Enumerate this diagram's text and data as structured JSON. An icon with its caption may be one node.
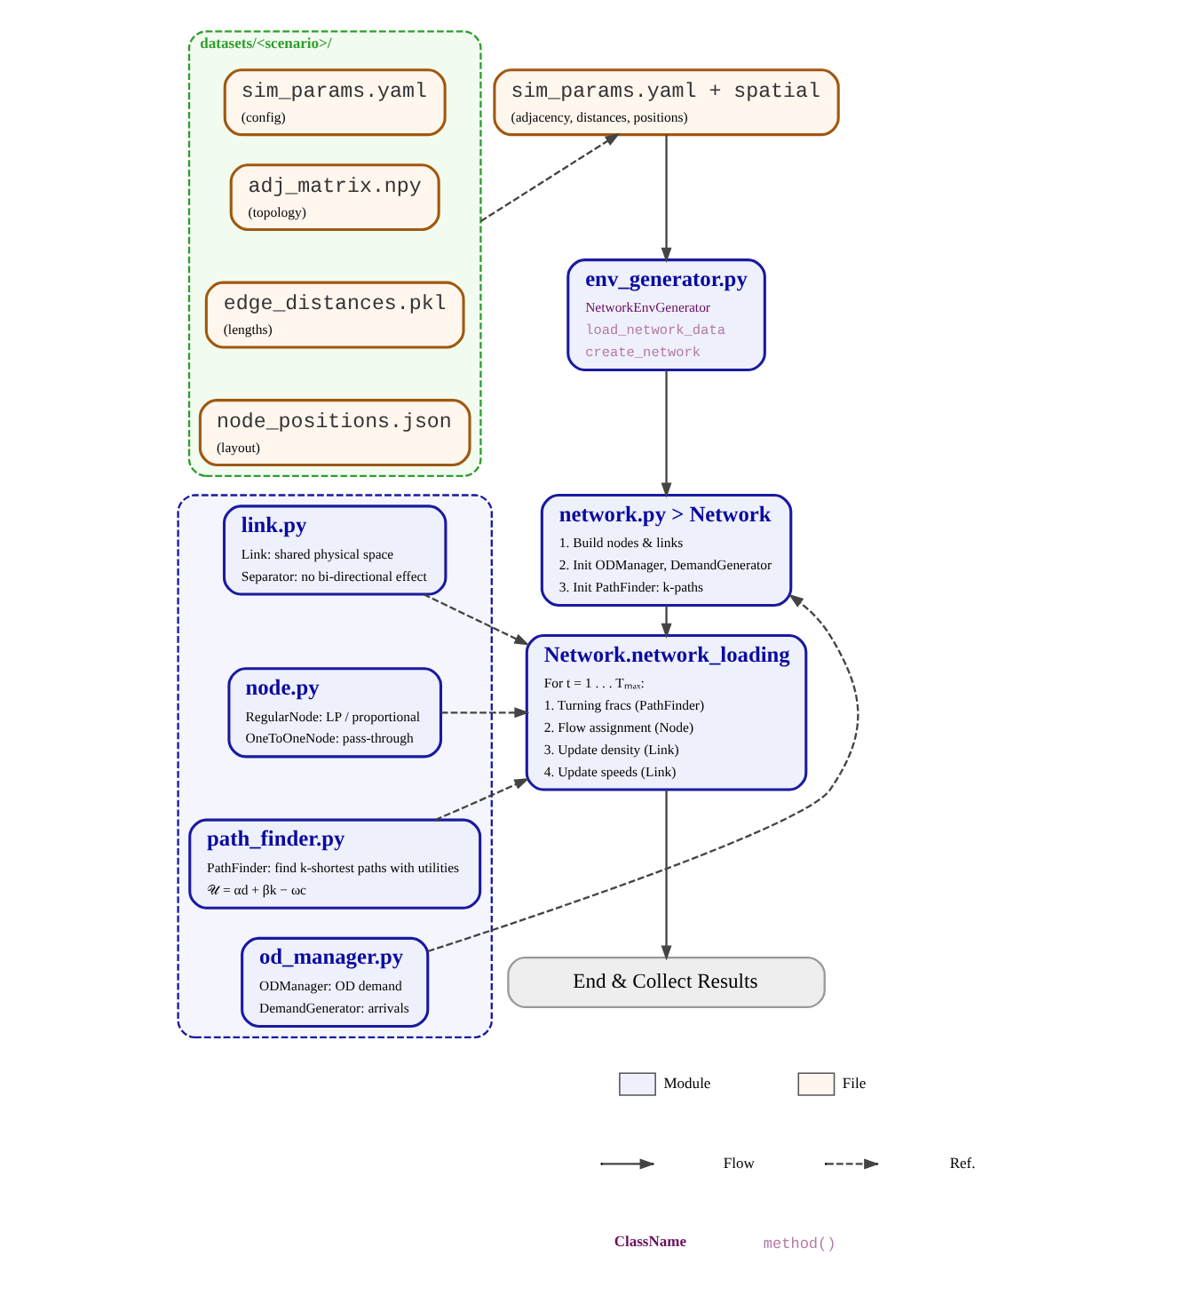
{
  "diagram": {
    "nodes": [
      {
        "text": [
          "datasets/<scenario>/"
        ]
      },
      {
        "text": [
          "sim_params.yaml",
          "(config)"
        ],
        "in": 0
      },
      {
        "text": [
          "adj_matrix.npy",
          "(topology)"
        ],
        "in": 0
      },
      {
        "text": [
          "edge_distances.pkl",
          "(lengths)"
        ],
        "in": 0
      },
      {
        "text": [
          "node_positions.json",
          "(layout)"
        ],
        "in": 0
      },
      {
        "text": [],
        "shape": "box"
      },
      {
        "text": [
          "link.py",
          "Link: shared physical space",
          "Separator: no bi-directional effect"
        ],
        "in": 5
      },
      {
        "text": [
          "node.py",
          "RegularNode: LP / proportional",
          "OneToOneNode: pass-through"
        ],
        "in": 5
      },
      {
        "text": [
          "path_finder.py",
          "PathFinder: find k-shortest paths with utilities",
          "𝒰 = αd + βk − ωc"
        ],
        "in": 5
      },
      {
        "text": [
          "od_manager.py",
          "ODManager: OD demand",
          "DemandGenerator: arrivals"
        ],
        "in": 5
      },
      {
        "text": [
          "sim_params.yaml + spatial",
          "(adjacency, distances, positions)"
        ]
      },
      {
        "text": [
          "env_generator.py",
          "NetworkEnvGenerator",
          "load_network_data",
          "create_network"
        ]
      },
      {
        "text": [
          "network.py > Network",
          "1. Build nodes & links",
          "2. Init ODManager, DemandGenerator",
          "3. Init PathFinder: k-paths"
        ]
      },
      {
        "text": [
          "Network.network_loading",
          "For t = 1 . . . Tₘₐₓ:",
          "1. Turning fracs (PathFinder)",
          "2. Flow assignment (Node)",
          "3. Update density (Link)",
          "4. Update speeds (Link)"
        ]
      },
      {
        "text": [
          "End & Collect Results"
        ]
      }
    ],
    "edges": [
      {
        "from": 0,
        "to": 10,
        "arrow": "to",
        "style": "dashed"
      },
      {
        "from": 10,
        "to": 11,
        "arrow": "to"
      },
      {
        "from": 11,
        "to": 12,
        "arrow": "to"
      },
      {
        "from": 9,
        "to": 12,
        "arrow": "to",
        "style": "dashed"
      },
      {
        "from": 12,
        "to": 13,
        "arrow": "to"
      },
      {
        "from": 6,
        "to": 13,
        "arrow": "to",
        "style": "dashed"
      },
      {
        "from": 7,
        "to": 13,
        "arrow": "to",
        "style": "dashed"
      },
      {
        "from": 8,
        "to": 13,
        "arrow": "to",
        "style": "dashed"
      },
      {
        "from": 13,
        "to": 14,
        "arrow": "to"
      }
    ],
    "legend": [
      {
        "text": "Module",
        "color": "#eef0fb"
      },
      {
        "text": "File",
        "color": "#fff6ee"
      },
      {
        "text": "Flow"
      },
      {
        "text": "Ref."
      },
      {
        "text": "ClassName"
      },
      {
        "text": "method()"
      }
    ]
  }
}
